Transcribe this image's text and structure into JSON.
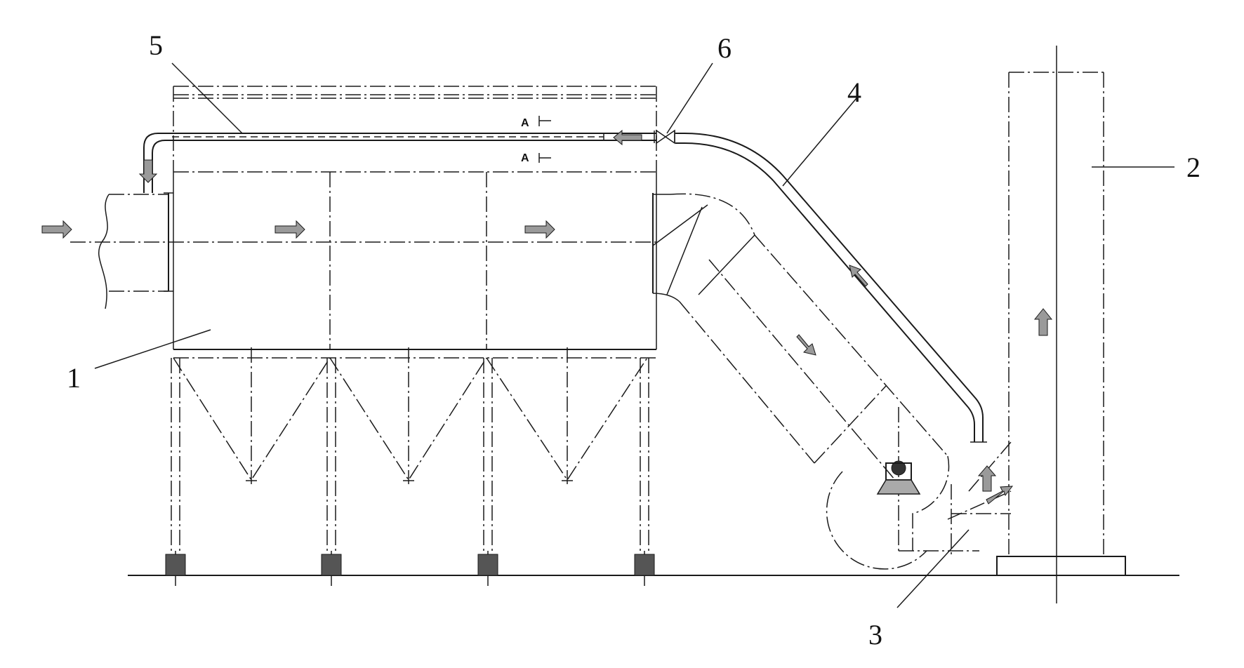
{
  "callouts": [
    {
      "id": "1",
      "text": "1"
    },
    {
      "id": "2",
      "text": "2"
    },
    {
      "id": "3",
      "text": "3"
    },
    {
      "id": "4",
      "text": "4"
    },
    {
      "id": "5",
      "text": "5"
    },
    {
      "id": "6",
      "text": "6"
    }
  ],
  "section_marks": {
    "top": "A",
    "bottom": "A"
  },
  "colors": {
    "line": "#1a1a1a",
    "arrow_fill": "#9a9a9a",
    "foot_fill": "#555555",
    "background": "#ffffff"
  },
  "icons": [
    "flow-arrow-icon",
    "fan-icon",
    "valve-icon",
    "foundation-pad-icon"
  ]
}
